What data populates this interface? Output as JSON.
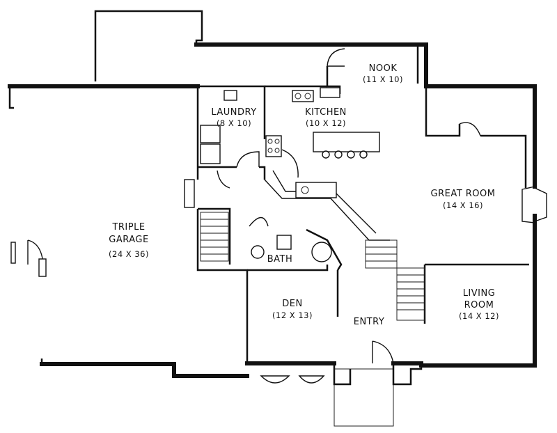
{
  "rooms": {
    "nook": {
      "name": "NOOK",
      "dims": "(11 X 10)"
    },
    "laundry": {
      "name": "LAUNDRY",
      "dims": "(8 X 10)"
    },
    "kitchen": {
      "name": "KITCHEN",
      "dims": "(10 X 12)"
    },
    "great_room": {
      "name": "GREAT ROOM",
      "dims": "(14 X 16)"
    },
    "garage": {
      "name_line1": "TRIPLE",
      "name_line2": "GARAGE",
      "dims": "(24 X 36)"
    },
    "bath": {
      "name": "BATH"
    },
    "den": {
      "name": "DEN",
      "dims": "(12 X 13)"
    },
    "entry": {
      "name": "ENTRY"
    },
    "living_room": {
      "name_line1": "LIVING",
      "name_line2": "ROOM",
      "dims": "(14 X 12)"
    }
  }
}
